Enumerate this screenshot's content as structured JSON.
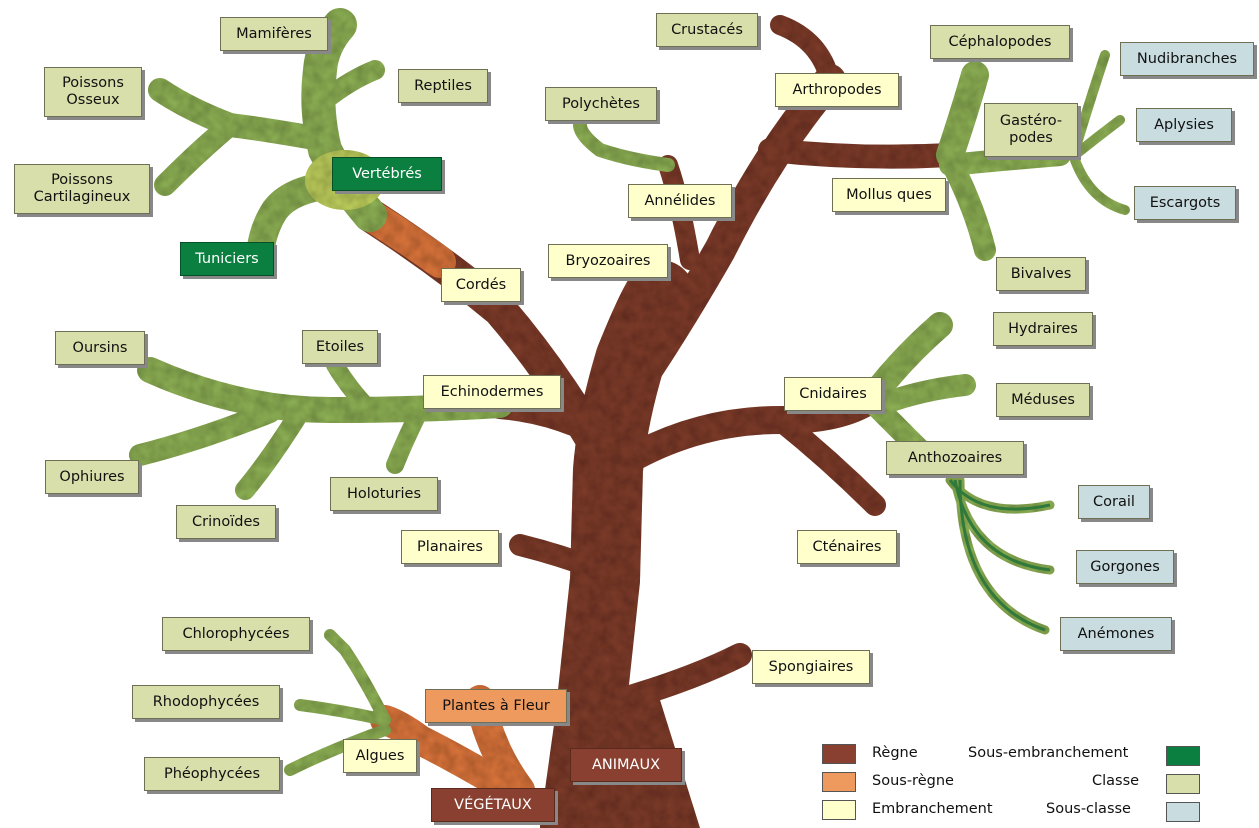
{
  "colors": {
    "regne": "#8a4030",
    "sous_regne": "#ee9a5f",
    "embranchement": "#ffffcc",
    "sous_embranchement": "#0a7f3f",
    "classe": "#d8dfaa",
    "sous_classe": "#c9dde0",
    "branch_green": "#8aac52",
    "trunk_brown": "#7a3b2a"
  },
  "labels": {
    "mamiferes": "Mamifères",
    "reptiles": "Reptiles",
    "poissons_osseux": "Poissons Osseux",
    "poissons_cartilagineux": "Poissons Cartilagineux",
    "vertebres": "Vertébrés",
    "tuniciers": "Tuniciers",
    "cordes": "Cordés",
    "crustaces": "Crustacés",
    "arthropodes": "Arthropodes",
    "polychetes": "Polychètes",
    "annelides": "Annélides",
    "bryozoaires": "Bryozoaires",
    "cephalopodes": "Céphalopodes",
    "gasteropodes": "Gastéro-\npodes",
    "mollusques": "Mollus ques",
    "bivalves": "Bivalves",
    "nudibranches": "Nudibranches",
    "aplysies": "Aplysies",
    "escargots": "Escargots",
    "oursins": "Oursins",
    "etoiles": "Etoiles",
    "echinodermes": "Echinodermes",
    "ophiures": "Ophiures",
    "crinoides": "Crinoïdes",
    "holoturies": "Holoturies",
    "planaires": "Planaires",
    "hydraires": "Hydraires",
    "cnidaires": "Cnidaires",
    "meduses": "Méduses",
    "anthozoaires": "Anthozoaires",
    "ctenaires": "Cténaires",
    "corail": "Corail",
    "gorgones": "Gorgones",
    "anemones": "Anémones",
    "spongiaires": "Spongiaires",
    "chlorophycees": "Chlorophycées",
    "rhodophycees": "Rhodophycées",
    "pheophycees": "Phéophycées",
    "algues": "Algues",
    "plantes_a_fleur": "Plantes à Fleur",
    "animaux": "ANIMAUX",
    "vegetaux": "VÉGÉTAUX"
  },
  "legend": {
    "regne": "Règne",
    "sous_regne": "Sous-règne",
    "embranchement": "Embranchement",
    "sous_embranchement": "Sous-embranchement",
    "classe": "Classe",
    "sous_classe": "Sous-classe"
  }
}
